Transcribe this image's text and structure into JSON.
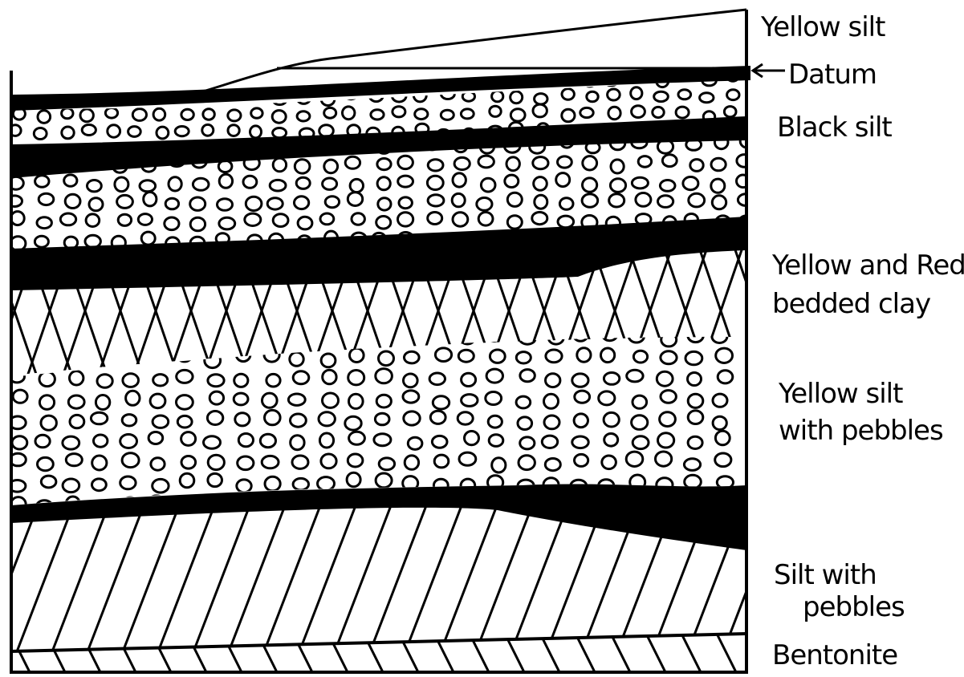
{
  "diagram": {
    "labels": {
      "yellow_silt_top": "Yellow silt",
      "datum": "Datum",
      "black_silt": "Black silt",
      "yellow_red_clay_line1": "Yellow and Red",
      "yellow_red_clay_line2": "bedded clay",
      "yellow_silt_pebbles_line1": "Yellow silt",
      "yellow_silt_pebbles_line2": "with pebbles",
      "silt_pebbles_line1": "Silt with",
      "silt_pebbles_line2": "pebbles",
      "bentonite": "Bentonite"
    },
    "colors": {
      "ink": "#000000",
      "paper": "#ffffff"
    }
  }
}
